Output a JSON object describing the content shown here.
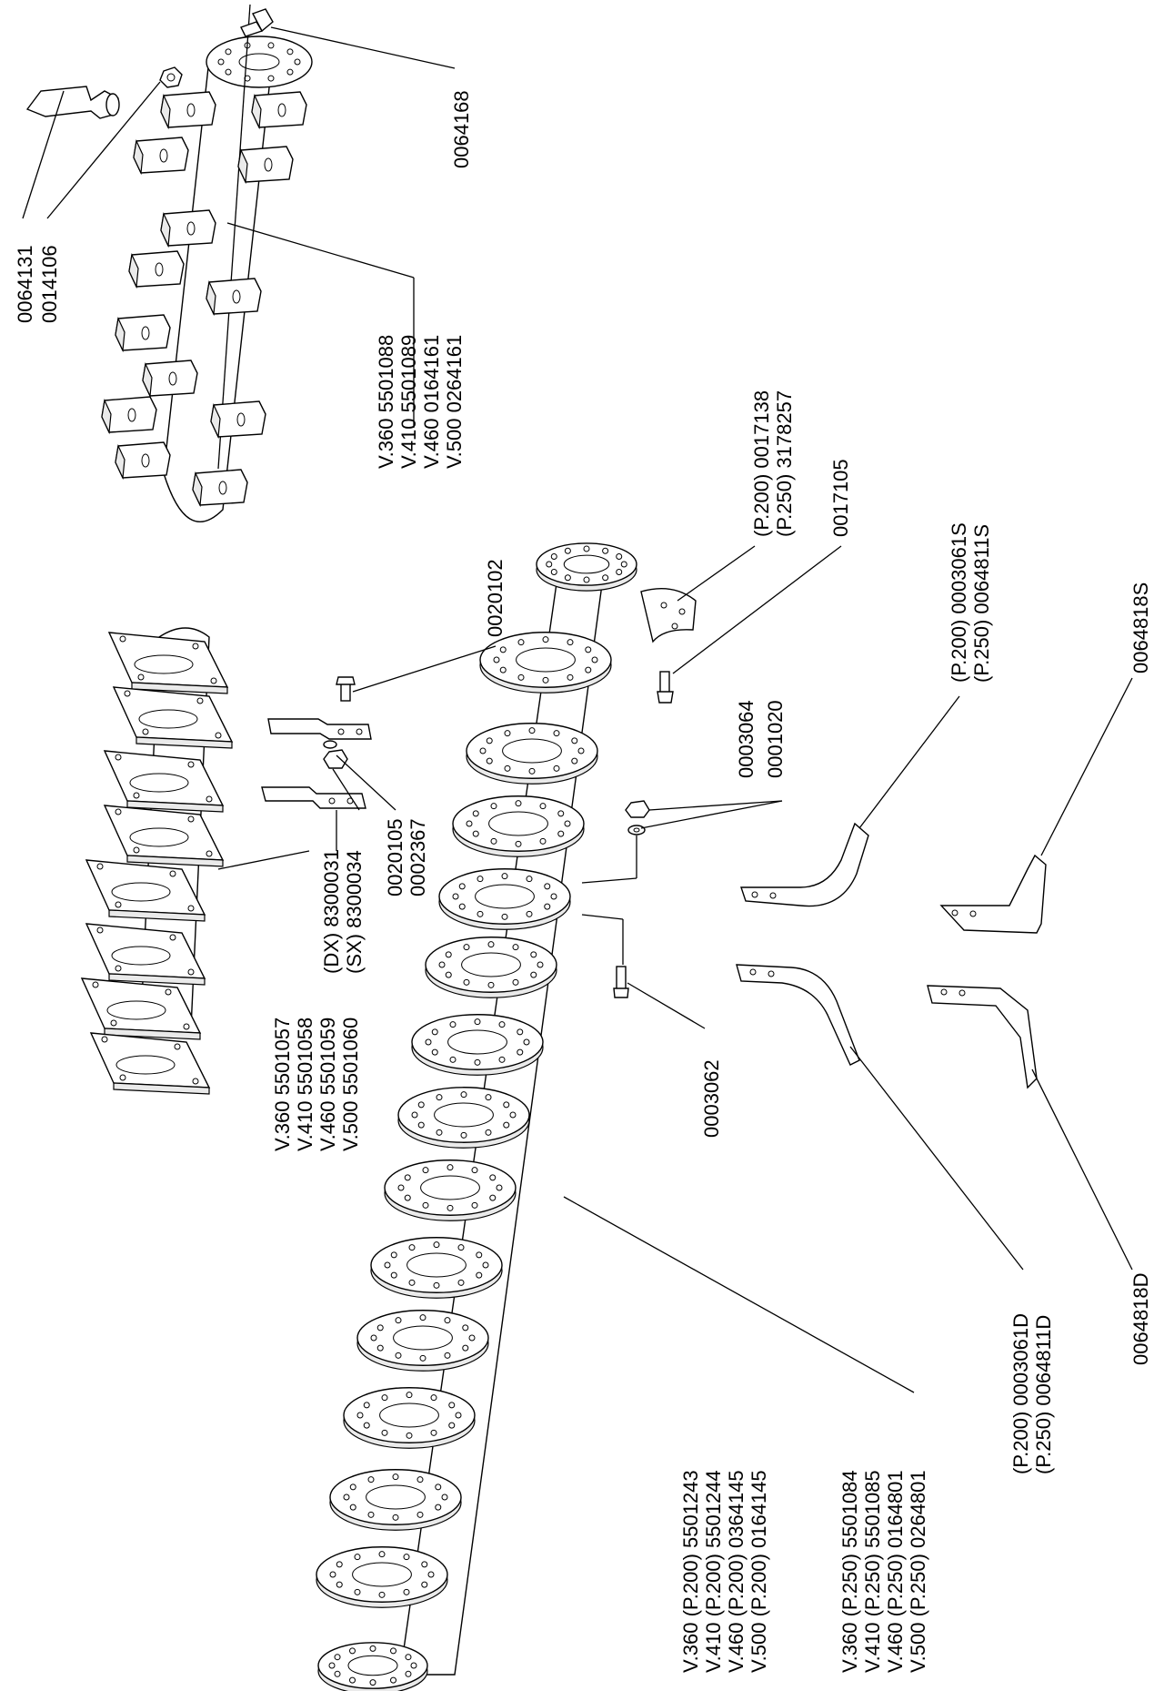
{
  "title": "",
  "labels": {
    "l_0064168": "0064168",
    "l_0064131": "0064131",
    "l_0014106": "0014106",
    "rotor_top_codes": [
      "V.360 5501088",
      "V.410 5501089",
      "V.460 0164161",
      "V.500 0264161"
    ],
    "flange_p200": "(P.200) 0017138",
    "flange_p250": "(P.250) 3178257",
    "l_0017105": "0017105",
    "l_0020102": "0020102",
    "blade_s_p200": "(P.200) 0003061S",
    "blade_s_p250": "(P.250) 0064811S",
    "l_0064818S": "0064818S",
    "l_0003064": "0003064",
    "l_0001020": "0001020",
    "l_0020105": "0020105",
    "l_0002367": "0002367",
    "bracket_dx": "(DX) 8300031",
    "bracket_sx": "(SX) 8300034",
    "rotor_square_codes": [
      "V.360 5501057",
      "V.410 5501058",
      "V.460 5501059",
      "V.500 5501060"
    ],
    "l_0003062": "0003062",
    "blade_d_p200": "(P.200) 0003061D",
    "blade_d_p250": "(P.250) 0064811D",
    "l_0064818D": "0064818D",
    "rotor_disc_p200_codes": [
      "V.360 (P.200) 5501243",
      "V.410 (P.200) 5501244",
      "V.460 (P.200) 0364145",
      "V.500 (P.200) 0164145"
    ],
    "rotor_disc_p250_codes": [
      "V.360 (P.250) 5501084",
      "V.410 (P.250) 5501085",
      "V.460 (P.250) 0164801",
      "V.500 (P.250) 0264801"
    ]
  }
}
